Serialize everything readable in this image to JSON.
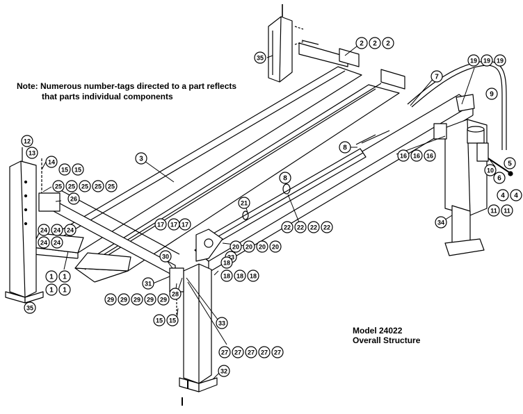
{
  "note": {
    "line1": "Note: Numerous number-tags directed to a part reflects",
    "line2": "that parts individual components"
  },
  "caption": {
    "model": "Model 24022",
    "title": "Overall Structure"
  },
  "tag_groups": [
    {
      "id": "g-2",
      "labels": [
        "2",
        "2",
        "2"
      ]
    },
    {
      "id": "g-35-top",
      "labels": [
        "35"
      ]
    },
    {
      "id": "g-19",
      "labels": [
        "19",
        "19",
        "19"
      ]
    },
    {
      "id": "g-7",
      "labels": [
        "7"
      ]
    },
    {
      "id": "g-9",
      "labels": [
        "9"
      ]
    },
    {
      "id": "g-3",
      "labels": [
        "3"
      ]
    },
    {
      "id": "g-12",
      "labels": [
        "12"
      ]
    },
    {
      "id": "g-13",
      "labels": [
        "13"
      ]
    },
    {
      "id": "g-14",
      "labels": [
        "14"
      ]
    },
    {
      "id": "g-15-top",
      "labels": [
        "15",
        "15"
      ]
    },
    {
      "id": "g-25",
      "labels": [
        "25",
        "25",
        "25",
        "25",
        "25"
      ]
    },
    {
      "id": "g-26",
      "labels": [
        "26"
      ]
    },
    {
      "id": "g-24a",
      "labels": [
        "24",
        "24",
        "24"
      ]
    },
    {
      "id": "g-24b",
      "labels": [
        "24",
        "24"
      ]
    },
    {
      "id": "g-8a",
      "labels": [
        "8"
      ]
    },
    {
      "id": "g-16",
      "labels": [
        "16",
        "16",
        "16"
      ]
    },
    {
      "id": "g-5",
      "labels": [
        "5"
      ]
    },
    {
      "id": "g-10",
      "labels": [
        "10"
      ]
    },
    {
      "id": "g-6",
      "labels": [
        "6"
      ]
    },
    {
      "id": "g-4",
      "labels": [
        "4",
        "4"
      ]
    },
    {
      "id": "g-8b",
      "labels": [
        "8"
      ]
    },
    {
      "id": "g-11",
      "labels": [
        "11",
        "11"
      ]
    },
    {
      "id": "g-21",
      "labels": [
        "21"
      ]
    },
    {
      "id": "g-17",
      "labels": [
        "17",
        "17"
      ]
    },
    {
      "id": "g-17b",
      "labels": [
        "17"
      ]
    },
    {
      "id": "g-22",
      "labels": [
        "22",
        "22",
        "22",
        "22"
      ]
    },
    {
      "id": "g-34",
      "labels": [
        "34"
      ]
    },
    {
      "id": "g-20",
      "labels": [
        "20",
        "20",
        "20",
        "20"
      ]
    },
    {
      "id": "g-23",
      "labels": [
        "23"
      ]
    },
    {
      "id": "g-30",
      "labels": [
        "30"
      ]
    },
    {
      "id": "g-1a",
      "labels": [
        "1",
        "1"
      ]
    },
    {
      "id": "g-1b",
      "labels": [
        "1",
        "1"
      ]
    },
    {
      "id": "g-31",
      "labels": [
        "31"
      ]
    },
    {
      "id": "g-18a",
      "labels": [
        "18"
      ]
    },
    {
      "id": "g-18b",
      "labels": [
        "18",
        "18",
        "18"
      ]
    },
    {
      "id": "g-28",
      "labels": [
        "28"
      ]
    },
    {
      "id": "g-29",
      "labels": [
        "29",
        "29",
        "29",
        "29",
        "29"
      ]
    },
    {
      "id": "g-35-bottom",
      "labels": [
        "35"
      ]
    },
    {
      "id": "g-15-bottom",
      "labels": [
        "15",
        "15"
      ]
    },
    {
      "id": "g-33",
      "labels": [
        "33"
      ]
    },
    {
      "id": "g-27",
      "labels": [
        "27",
        "27",
        "27",
        "27",
        "27"
      ]
    },
    {
      "id": "g-32",
      "labels": [
        "32"
      ]
    }
  ]
}
